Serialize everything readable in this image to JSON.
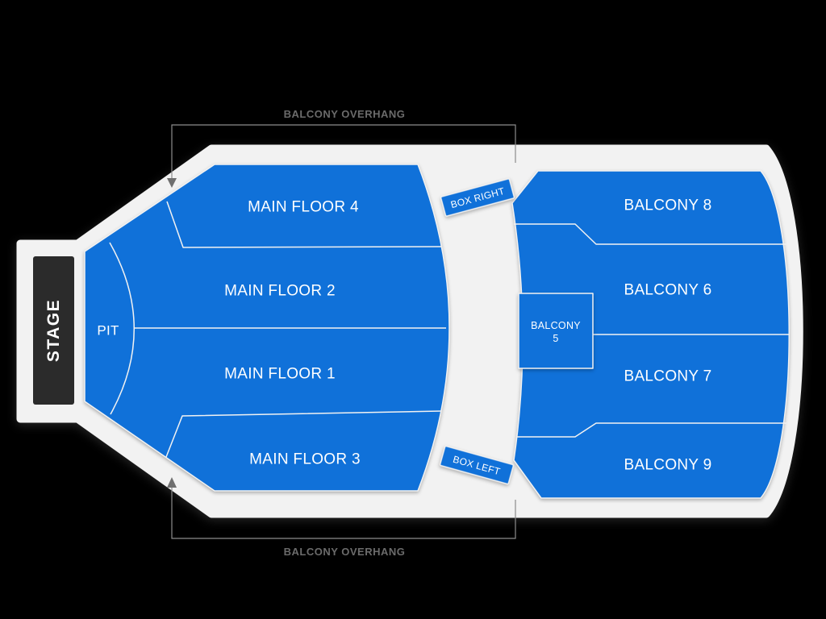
{
  "map_title": "venue-seating-map",
  "colors": {
    "background": "#000000",
    "footprint": "#f2f2f2",
    "section_fill": "#1071d9",
    "section_label": "#ffffff",
    "stage_fill": "#2b2b2b",
    "overhang_text": "#6b6b6b",
    "bracket_line": "#8c8c8c"
  },
  "stage": {
    "label": "STAGE"
  },
  "sections": {
    "pit": {
      "label": "PIT"
    },
    "main_floor_1": {
      "label": "MAIN FLOOR 1"
    },
    "main_floor_2": {
      "label": "MAIN FLOOR 2"
    },
    "main_floor_3": {
      "label": "MAIN FLOOR 3"
    },
    "main_floor_4": {
      "label": "MAIN FLOOR 4"
    },
    "box_right": {
      "label": "BOX RIGHT"
    },
    "box_left": {
      "label": "BOX LEFT"
    },
    "balcony_5": {
      "line1": "BALCONY",
      "line2": "5"
    },
    "balcony_6": {
      "label": "BALCONY 6"
    },
    "balcony_7": {
      "label": "BALCONY 7"
    },
    "balcony_8": {
      "label": "BALCONY 8"
    },
    "balcony_9": {
      "label": "BALCONY 9"
    }
  },
  "annotations": {
    "overhang_top": "BALCONY OVERHANG",
    "overhang_bottom": "BALCONY OVERHANG"
  }
}
